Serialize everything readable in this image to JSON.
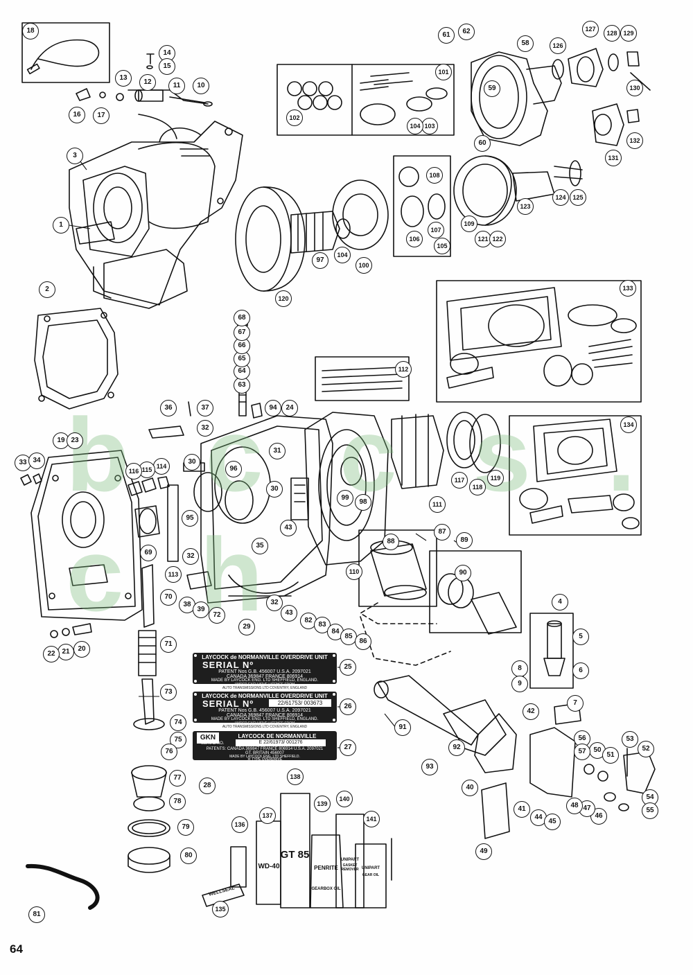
{
  "page_number": "64",
  "watermark": "b c c s . c h",
  "plates": [
    {
      "line1": "LAYCOCK de NORMANVILLE OVERDRIVE UNIT",
      "line2": "SERIAL Nº",
      "line3": "PATENT Nos G.B. 456007  U.S.A. 2097021",
      "line4": "CANADA 369847  FRANCE 806914",
      "line5": "MADE BY LAYCOCK ENG. LTD SHEFFIELD, ENGLAND.",
      "line6": "UNDER EXCLUSIVE LICENCE FROM",
      "line7": "AUTO TRANSMISSIONS LTD COVENTRY, ENGLAND"
    },
    {
      "line1": "LAYCOCK de NORMANVILLE OVERDRIVE UNIT",
      "line2": "SERIAL Nº",
      "serial": "22/61753/  003673",
      "line3": "PATENT Nos G.B. 456007  U.S.A. 2097021",
      "line4": "CANADA 369847  FRANCE 806914",
      "line5": "MADE BY LAYCOCK ENG. LTD SHEFFIELD, ENGLAND.",
      "line6": "UNDER EXCLUSIVE LICENCE FROM",
      "line7": "AUTO TRANSMISSIONS LTD COVENTRY, ENGLAND"
    },
    {
      "logo": "GKN",
      "line1": "LAYCOCK DE NORMANVILLE",
      "line2": "SERIAL NO.",
      "serial": "E 22/61973/  001276",
      "line3": "PATENTS: CANADA 369847  FRANCE 806914  U.S.A. 2097021",
      "line4": "GT. BRITAIN 456007",
      "line5": "MADE BY LAYCOCK ENG. LTD SHEFFIELD.",
      "line6": "'A' TYPE OVERDRIVE"
    }
  ],
  "product_labels": {
    "wellseal": "WELLSEAL",
    "wd40": "WD-40",
    "gt85": "GT 85",
    "penrite": "PENRITE",
    "gearbox_oil": "GEARBOX OIL",
    "unipart_gasket": "UNIPART",
    "gasket_remover": "GASKET REMOVER",
    "unipart_oil": "UNIPART",
    "gear_oil": "GEAR OIL"
  },
  "callouts": [
    {
      "n": "1"
    },
    {
      "n": "2"
    },
    {
      "n": "3"
    },
    {
      "n": "4"
    },
    {
      "n": "5"
    },
    {
      "n": "6"
    },
    {
      "n": "7"
    },
    {
      "n": "8"
    },
    {
      "n": "9"
    },
    {
      "n": "10"
    },
    {
      "n": "11"
    },
    {
      "n": "12"
    },
    {
      "n": "13"
    },
    {
      "n": "14"
    },
    {
      "n": "15"
    },
    {
      "n": "16"
    },
    {
      "n": "17"
    },
    {
      "n": "18"
    },
    {
      "n": "19"
    },
    {
      "n": "20"
    },
    {
      "n": "21"
    },
    {
      "n": "22"
    },
    {
      "n": "23"
    },
    {
      "n": "24"
    },
    {
      "n": "25"
    },
    {
      "n": "26"
    },
    {
      "n": "27"
    },
    {
      "n": "28"
    },
    {
      "n": "29"
    },
    {
      "n": "30"
    },
    {
      "n": "30"
    },
    {
      "n": "31"
    },
    {
      "n": "32"
    },
    {
      "n": "32"
    },
    {
      "n": "32"
    },
    {
      "n": "33"
    },
    {
      "n": "34"
    },
    {
      "n": "35"
    },
    {
      "n": "36"
    },
    {
      "n": "37"
    },
    {
      "n": "38"
    },
    {
      "n": "39"
    },
    {
      "n": "40"
    },
    {
      "n": "41"
    },
    {
      "n": "42"
    },
    {
      "n": "43"
    },
    {
      "n": "43"
    },
    {
      "n": "44"
    },
    {
      "n": "45"
    },
    {
      "n": "46"
    },
    {
      "n": "47"
    },
    {
      "n": "48"
    },
    {
      "n": "49"
    },
    {
      "n": "50"
    },
    {
      "n": "51"
    },
    {
      "n": "52"
    },
    {
      "n": "53"
    },
    {
      "n": "54"
    },
    {
      "n": "55"
    },
    {
      "n": "56"
    },
    {
      "n": "57"
    },
    {
      "n": "58"
    },
    {
      "n": "59"
    },
    {
      "n": "60"
    },
    {
      "n": "61"
    },
    {
      "n": "62"
    },
    {
      "n": "63"
    },
    {
      "n": "64"
    },
    {
      "n": "65"
    },
    {
      "n": "66"
    },
    {
      "n": "67"
    },
    {
      "n": "68"
    },
    {
      "n": "69"
    },
    {
      "n": "70"
    },
    {
      "n": "71"
    },
    {
      "n": "72"
    },
    {
      "n": "73"
    },
    {
      "n": "74"
    },
    {
      "n": "75"
    },
    {
      "n": "76"
    },
    {
      "n": "77"
    },
    {
      "n": "78"
    },
    {
      "n": "79"
    },
    {
      "n": "80"
    },
    {
      "n": "81"
    },
    {
      "n": "82"
    },
    {
      "n": "83"
    },
    {
      "n": "84"
    },
    {
      "n": "85"
    },
    {
      "n": "86"
    },
    {
      "n": "87"
    },
    {
      "n": "88"
    },
    {
      "n": "89"
    },
    {
      "n": "90"
    },
    {
      "n": "91"
    },
    {
      "n": "92"
    },
    {
      "n": "93"
    },
    {
      "n": "94"
    },
    {
      "n": "95"
    },
    {
      "n": "96"
    },
    {
      "n": "97"
    },
    {
      "n": "98"
    },
    {
      "n": "99"
    },
    {
      "n": "100"
    },
    {
      "n": "101"
    },
    {
      "n": "102"
    },
    {
      "n": "103"
    },
    {
      "n": "104"
    },
    {
      "n": "104"
    },
    {
      "n": "105"
    },
    {
      "n": "106"
    },
    {
      "n": "107"
    },
    {
      "n": "108"
    },
    {
      "n": "109"
    },
    {
      "n": "110"
    },
    {
      "n": "111"
    },
    {
      "n": "112"
    },
    {
      "n": "113"
    },
    {
      "n": "114"
    },
    {
      "n": "115"
    },
    {
      "n": "116"
    },
    {
      "n": "117"
    },
    {
      "n": "118"
    },
    {
      "n": "119"
    },
    {
      "n": "120"
    },
    {
      "n": "121"
    },
    {
      "n": "122"
    },
    {
      "n": "123"
    },
    {
      "n": "124"
    },
    {
      "n": "125"
    },
    {
      "n": "126"
    },
    {
      "n": "127"
    },
    {
      "n": "128"
    },
    {
      "n": "129"
    },
    {
      "n": "130"
    },
    {
      "n": "131"
    },
    {
      "n": "132"
    },
    {
      "n": "133"
    },
    {
      "n": "134"
    },
    {
      "n": "135"
    },
    {
      "n": "136"
    },
    {
      "n": "137"
    },
    {
      "n": "138"
    },
    {
      "n": "139"
    },
    {
      "n": "140"
    },
    {
      "n": "141"
    }
  ]
}
